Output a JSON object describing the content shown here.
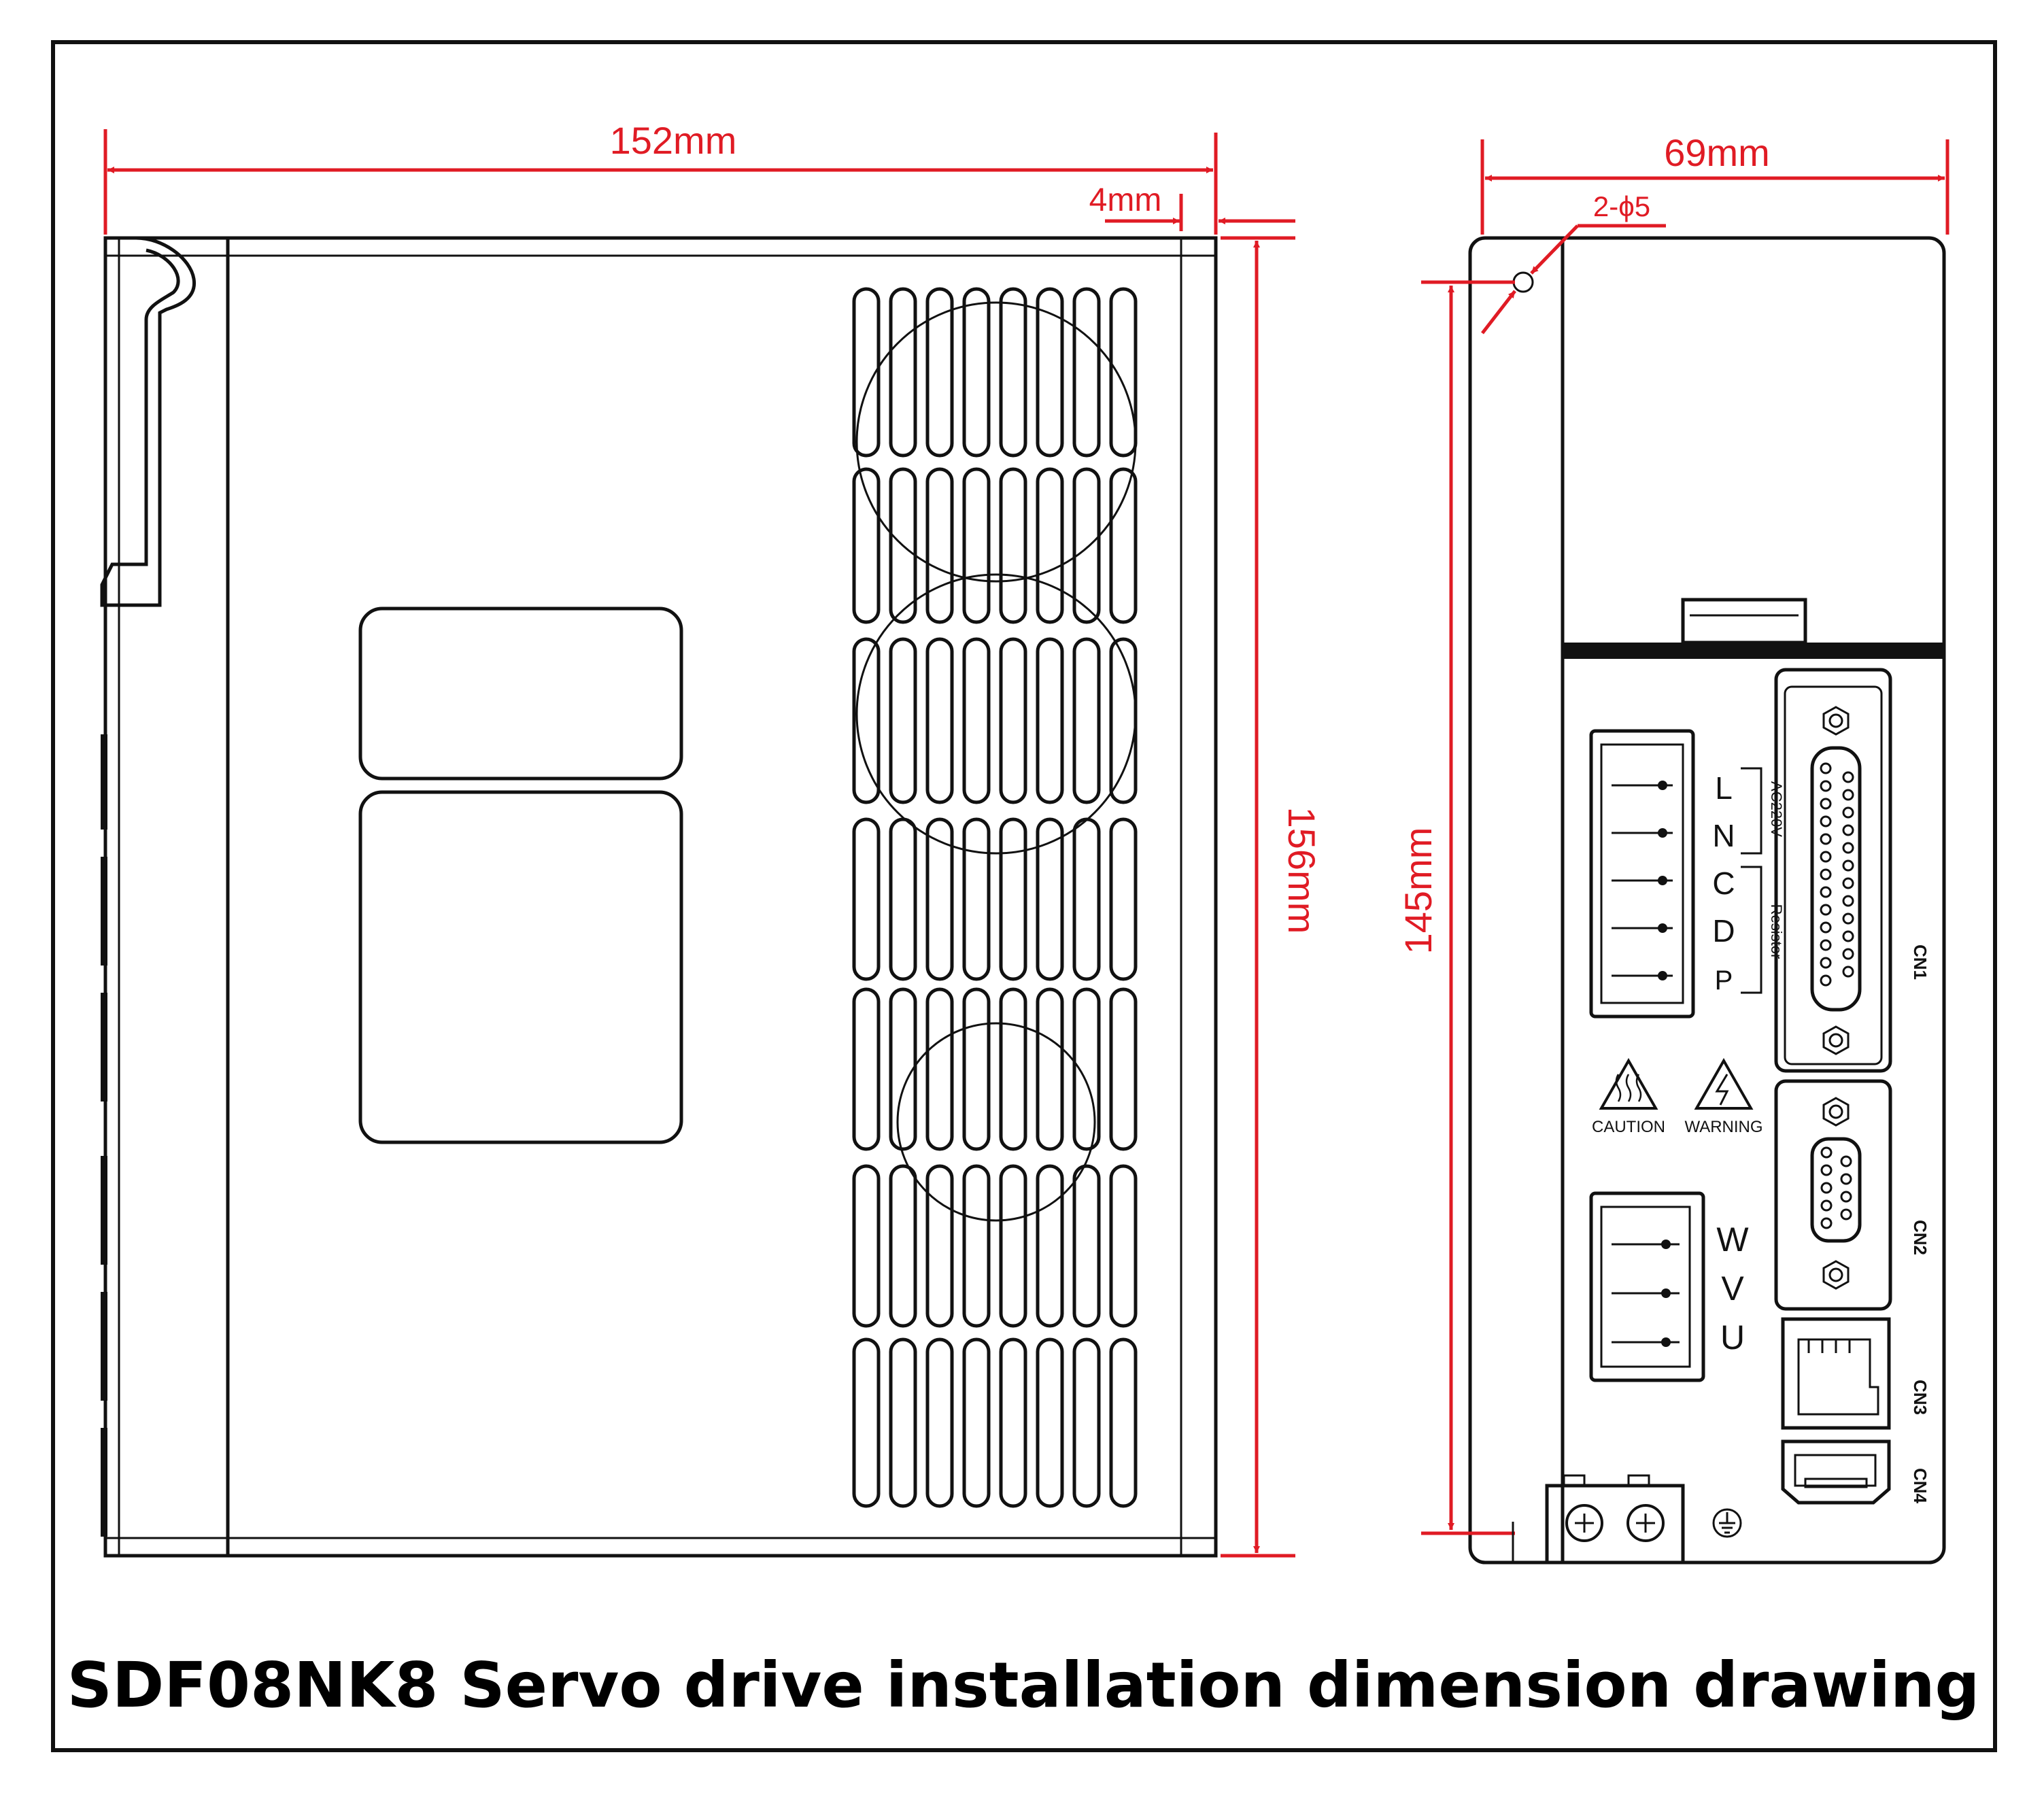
{
  "title": "SDF08NK8 Servo drive installation dimension drawing",
  "colors": {
    "dimension": "#e01b24",
    "line": "#111111",
    "background": "#ffffff"
  },
  "side_view": {
    "width_label": "152mm",
    "offset_label": "4mm",
    "height_label": "156mm"
  },
  "front_view": {
    "width_label": "69mm",
    "hole_label": "2-ϕ5",
    "mount_height_label": "145mm",
    "power_terminal_labels": [
      "L",
      "N",
      "C",
      "D",
      "P"
    ],
    "power_group_label": "AC220V",
    "resistor_group_label": "Resistor",
    "motor_terminal_labels": [
      "W",
      "V",
      "U"
    ],
    "caution_label": "CAUTION",
    "warning_label": "WARNING",
    "connector_labels": [
      "CN1",
      "CN2",
      "CN3",
      "CN4"
    ],
    "icons": [
      "hot-surface-icon",
      "high-voltage-icon",
      "ground-icon",
      "screw-terminal-icon"
    ]
  }
}
